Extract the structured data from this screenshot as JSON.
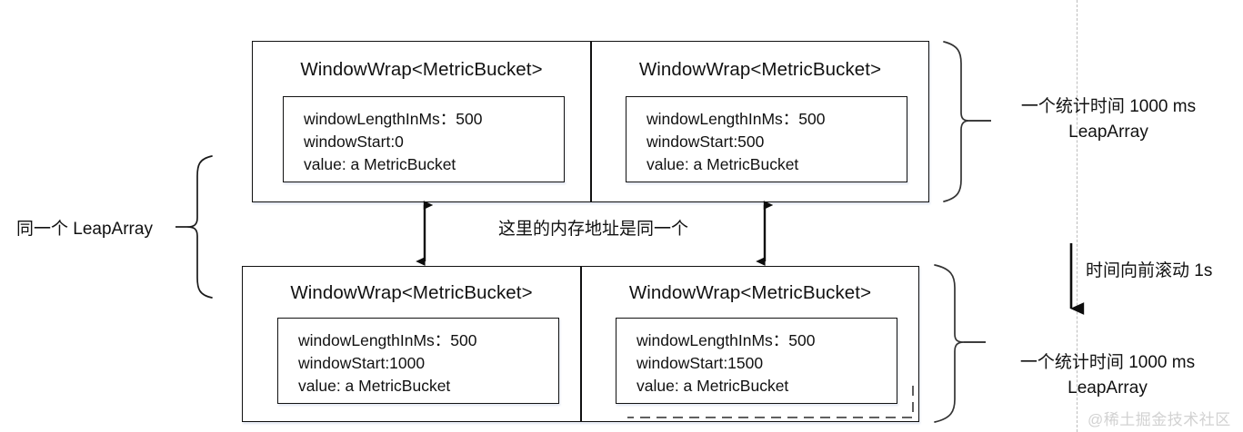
{
  "diagram": {
    "title": "Sentinel LeapArray sliding window diagram",
    "rows": [
      {
        "id": "row-top",
        "brace_label_line1": "一个统计时间 1000 ms",
        "brace_label_line2": "LeapArray",
        "cells": [
          {
            "id": "cell-top-left",
            "header": "WindowWrap<MetricBucket>",
            "fields": [
              "windowLengthInMs：500",
              "windowStart:0",
              "value: a MetricBucket"
            ]
          },
          {
            "id": "cell-top-right",
            "header": "WindowWrap<MetricBucket>",
            "fields": [
              "windowLengthInMs：500",
              "windowStart:500",
              "value: a MetricBucket"
            ]
          }
        ]
      },
      {
        "id": "row-bottom",
        "brace_label_line1": "一个统计时间 1000 ms",
        "brace_label_line2": "LeapArray",
        "cells": [
          {
            "id": "cell-bottom-left",
            "header": "WindowWrap<MetricBucket>",
            "fields": [
              "windowLengthInMs：500",
              "windowStart:1000",
              "value: a MetricBucket"
            ]
          },
          {
            "id": "cell-bottom-right",
            "header": "WindowWrap<MetricBucket>",
            "fields": [
              "windowLengthInMs：500",
              "windowStart:1500",
              "value: a MetricBucket"
            ]
          }
        ]
      }
    ],
    "left_brace_label": "同一个 LeapArray",
    "middle_note": "这里的内存地址是同一个",
    "time_scroll_label": "时间向前滚动 1s",
    "watermark": "@稀土掘金技术社区",
    "colors": {
      "stroke": "#101010",
      "text": "#111111",
      "timeline_dash": "#bdbdbd",
      "watermark": "#d2d2d2",
      "background": "#ffffff"
    }
  }
}
